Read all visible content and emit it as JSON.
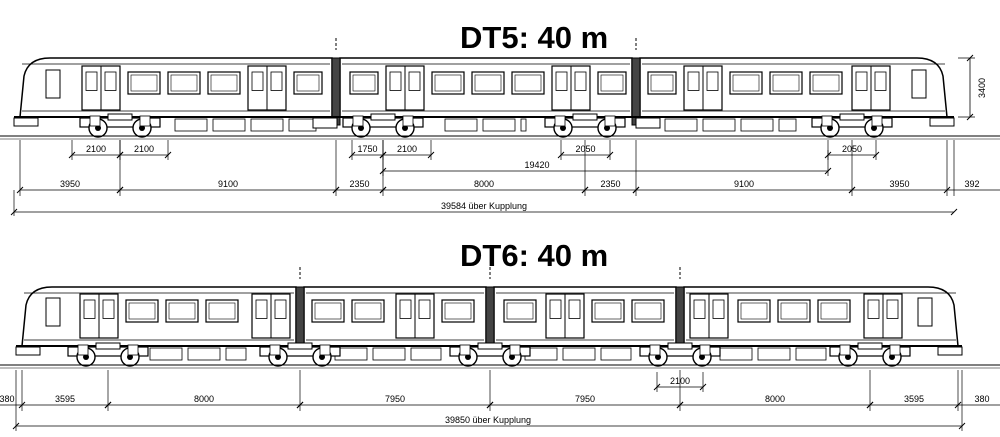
{
  "dt5": {
    "title": "DT5: 40 m",
    "height_dim": "3400",
    "wheelbase_dims": [
      "2100",
      "2100",
      "1750",
      "2100",
      "2050",
      "2050"
    ],
    "span_dim": "19420",
    "segment_dims": [
      "3950",
      "9100",
      "2350",
      "8000",
      "2350",
      "9100",
      "3950"
    ],
    "end_dim_right": "392",
    "total_dim": "39584 über Kupplung"
  },
  "dt6": {
    "title": "DT6: 40 m",
    "wheelbase_dims": [
      "2100"
    ],
    "segment_dims": [
      "3595",
      "8000",
      "7950",
      "7950",
      "8000",
      "3595"
    ],
    "end_dim_left": "380",
    "end_dim_right": "380",
    "total_dim": "39850 über Kupplung"
  }
}
